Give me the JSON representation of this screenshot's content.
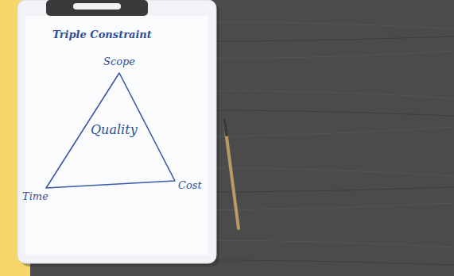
{
  "diagram": {
    "title": "Triple Constraint",
    "nodes": [
      {
        "text": [
          "Quality"
        ]
      }
    ],
    "labels": [
      "Scope",
      "Time",
      "Cost"
    ]
  }
}
